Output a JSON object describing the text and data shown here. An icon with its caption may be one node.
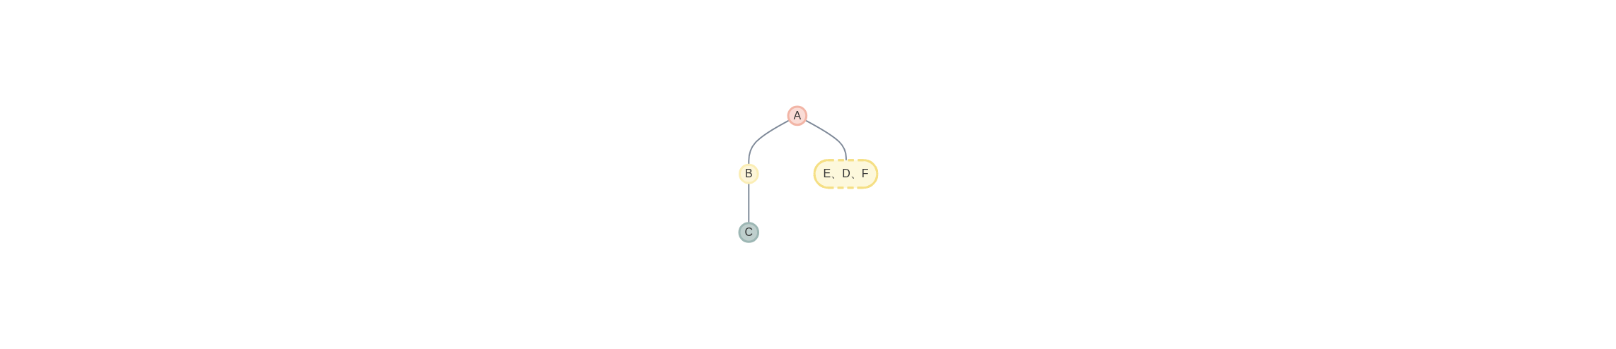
{
  "diagram": {
    "nodes": [
      {
        "text": [
          "A"
        ]
      },
      {
        "text": [
          "B"
        ]
      },
      {
        "text": [
          "E、D、F"
        ]
      },
      {
        "text": [
          "C"
        ]
      }
    ],
    "edges": [
      {
        "from": 0,
        "to": 1,
        "arrow": "none"
      },
      {
        "from": 0,
        "to": 2,
        "arrow": "none"
      },
      {
        "from": 1,
        "to": 3,
        "arrow": "none"
      }
    ]
  }
}
